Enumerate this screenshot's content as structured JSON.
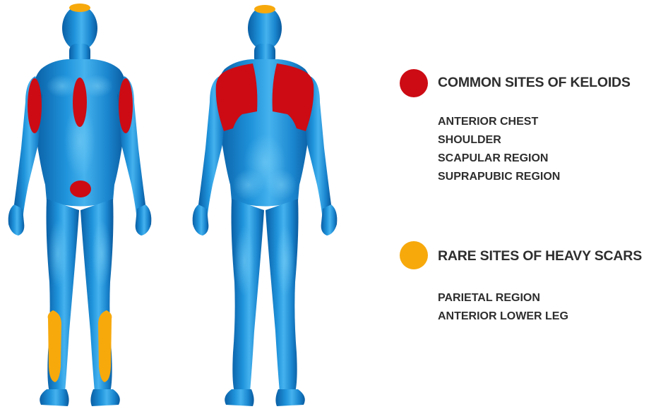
{
  "colors": {
    "body": "#1c8ed6",
    "body_dark": "#0a5fa5",
    "body_light": "#6cc6f5",
    "keloid": "#cc0b14",
    "heavy_scar": "#f7a90c"
  },
  "figures": [
    {
      "view": "front"
    },
    {
      "view": "back"
    }
  ],
  "legend": {
    "common": {
      "title": "COMMON SITES OF KELOIDS",
      "marker_color": "#cc0b14",
      "items": [
        "ANTERIOR CHEST",
        "SHOULDER",
        "SCAPULAR REGION",
        "SUPRAPUBIC REGION"
      ]
    },
    "rare": {
      "title": "RARE SITES OF HEAVY SCARS",
      "marker_color": "#f7a90c",
      "items": [
        "PARIETAL REGION",
        "ANTERIOR LOWER LEG"
      ]
    }
  }
}
